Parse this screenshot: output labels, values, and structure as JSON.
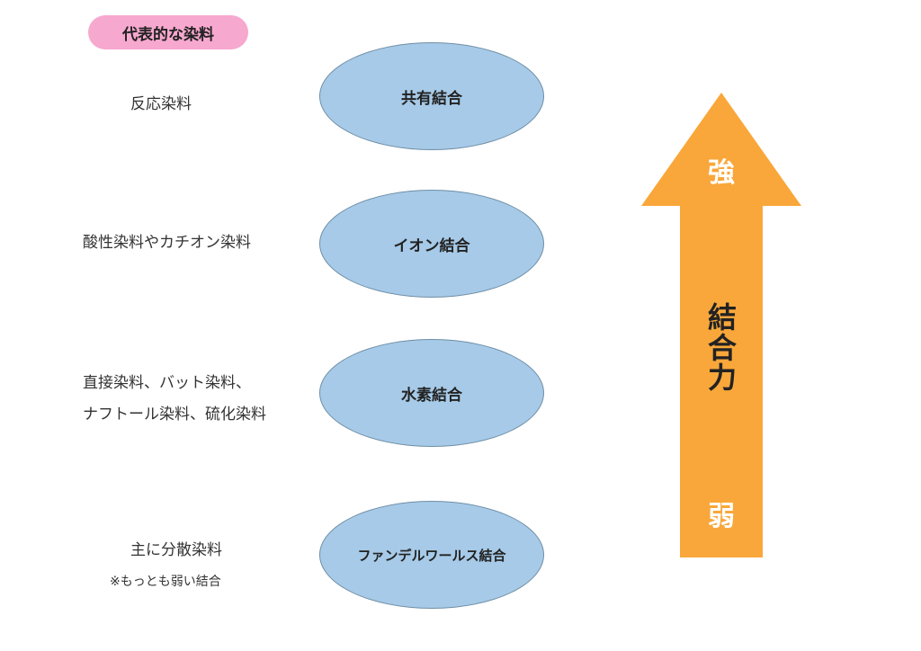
{
  "tag": {
    "label": "代表的な染料"
  },
  "dyes": {
    "covalent": "反応染料",
    "ionic": "酸性染料やカチオン染料",
    "hydrogen_line1": "直接染料、バット染料、",
    "hydrogen_line2": "ナフトール染料、硫化染料",
    "vdw": "主に分散染料",
    "vdw_note": "※もっとも弱い結合"
  },
  "bonds": {
    "covalent": "共有結合",
    "ionic": "イオン結合",
    "hydrogen": "水素結合",
    "vdw": "ファンデルワールス結合"
  },
  "arrow": {
    "strong": "強",
    "weak": "弱",
    "axis_chars": [
      "結",
      "合",
      "力"
    ],
    "color": "#f9a73a"
  },
  "colors": {
    "ellipse_fill": "#a6cae7",
    "tag_fill": "#f7a8cf"
  }
}
